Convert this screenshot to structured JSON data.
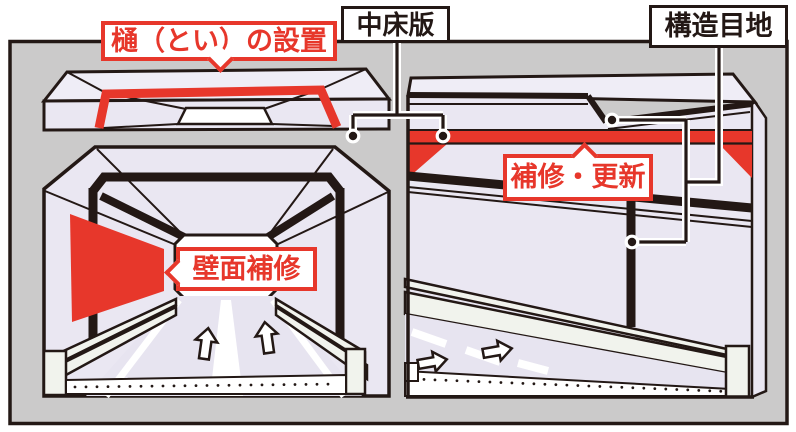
{
  "diagram": {
    "callouts": {
      "gutter_installation": "樋（とい）の設置",
      "middle_slab": "中床版",
      "structural_joint": "構造目地",
      "repair_renewal": "補修・更新",
      "wall_repair": "壁面補修"
    },
    "colors": {
      "background_gray": "#cbcaca",
      "line_dark": "#231815",
      "accent_red": "#e7372b",
      "surface_lavender": "#eae7f2",
      "surface_light": "#efedf6",
      "road_lavender": "#e7e4f0"
    }
  }
}
